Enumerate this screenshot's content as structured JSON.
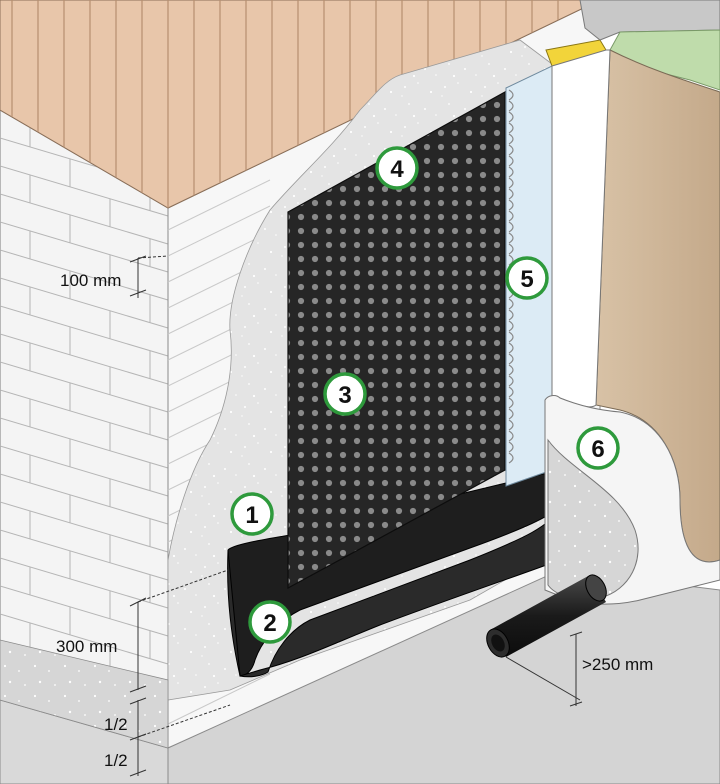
{
  "callouts": [
    {
      "id": "1",
      "label": "1"
    },
    {
      "id": "2",
      "label": "2"
    },
    {
      "id": "3",
      "label": "3"
    },
    {
      "id": "4",
      "label": "4"
    },
    {
      "id": "5",
      "label": "5"
    },
    {
      "id": "6",
      "label": "6"
    }
  ],
  "dimensions": {
    "d100": "100 mm",
    "d300": "300 mm",
    "half_top": "1/2",
    "half_bottom": "1/2",
    "d250": ">250 mm"
  },
  "colors": {
    "callout_ring": "#2e9a3c",
    "membrane": "#222222",
    "wood": "#e6c2a6",
    "brick": "#f3f3f3",
    "plaster": "#e6e6e6",
    "soil": "#cdb597",
    "grass": "#b9d9a6",
    "insulation": "#dceaf4",
    "flashing": "#f2d43a"
  }
}
